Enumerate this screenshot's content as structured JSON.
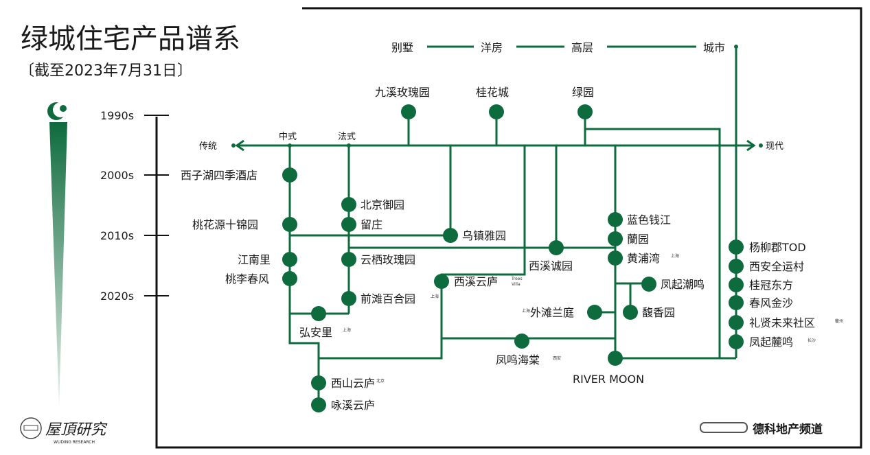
{
  "title": "绿城住宅产品谱系",
  "subtitle": "〔截至2023年7月31日〕",
  "top_row": [
    "别墅",
    "洋房",
    "高层",
    "城市"
  ],
  "axis": {
    "left": "传统",
    "right": "现代",
    "chinese": "中式",
    "french": "法式"
  },
  "decades": [
    "1990s",
    "2000s",
    "2010s",
    "2020s"
  ],
  "top_products": [
    "九溪玫瑰园",
    "桂花城",
    "绿园"
  ],
  "chinese_line": [
    "西子湖四季酒店",
    "桃花源十锦园",
    "江南里",
    "桃李春风"
  ],
  "french_line": [
    "北京御园",
    "留庄",
    "云栖玫瑰园",
    "前滩百合园"
  ],
  "hongan": {
    "name": "弘安里",
    "note": "上海"
  },
  "qianhan_note": "上海",
  "xishan": {
    "name": "西山云庐",
    "note": "北京"
  },
  "yongxi": "咏溪云庐",
  "wuzhen": "乌镇雅园",
  "xixi_cheng": "西溪诚园",
  "xixi_yunlu": {
    "name": "西溪云庐",
    "note1": "Trees",
    "note2": "Villa"
  },
  "fengming": {
    "name": "凤鸣海棠",
    "note": "西安"
  },
  "modern_line": [
    "蓝色钱江",
    "蘭园",
    "黄浦湾"
  ],
  "huangpu_note": "上海",
  "fengqi_chaoming": "凤起潮鸣",
  "fuxiang": "馥香园",
  "waitan": {
    "name": "外滩兰庭",
    "note": "上海"
  },
  "river_moon": "RIVER MOON",
  "city_line": [
    "杨柳郡TOD",
    "西安全运村",
    "桂冠东方",
    "春风金沙",
    "礼贤未来社区",
    "凤起麓鸣"
  ],
  "city_notes": {
    "lixian": "衢州",
    "fengqi": "长沙"
  },
  "logo_left": {
    "cn": "屋頂研究",
    "en": "WUDING RESEARCH"
  },
  "logo_right": "德科地产频道",
  "colors": {
    "green": "#0e6b3e"
  }
}
